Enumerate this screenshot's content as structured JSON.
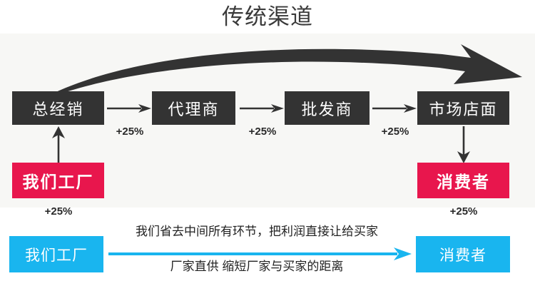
{
  "page": {
    "title": "传统渠道",
    "background": "#ffffff",
    "panel_background": "#f7f7f5"
  },
  "colors": {
    "dark_box": "#333333",
    "pink_box": "#e8164d",
    "blue_box": "#19b5ef",
    "title_text": "#3a3a3a",
    "arrow_dark": "#333333",
    "arrow_blue": "#19b5ef"
  },
  "traditional_channel": {
    "chain": [
      {
        "label": "总经销"
      },
      {
        "label": "代理商"
      },
      {
        "label": "批发商"
      },
      {
        "label": "市场店面"
      }
    ],
    "markups": {
      "factory_to_distributor": "+25%",
      "distributor_to_agent": "+25%",
      "agent_to_wholesaler": "+25%",
      "wholesaler_to_store": "+25%",
      "store_to_consumer": "+25%"
    },
    "factory_label": "我们工厂",
    "consumer_label": "消费者"
  },
  "direct_channel": {
    "factory_label": "我们工厂",
    "consumer_label": "消费者",
    "tagline_top": "我们省去中间所有环节，把利润直接让给买家",
    "tagline_bottom": "厂家直供 缩短厂家与买家的距离"
  }
}
